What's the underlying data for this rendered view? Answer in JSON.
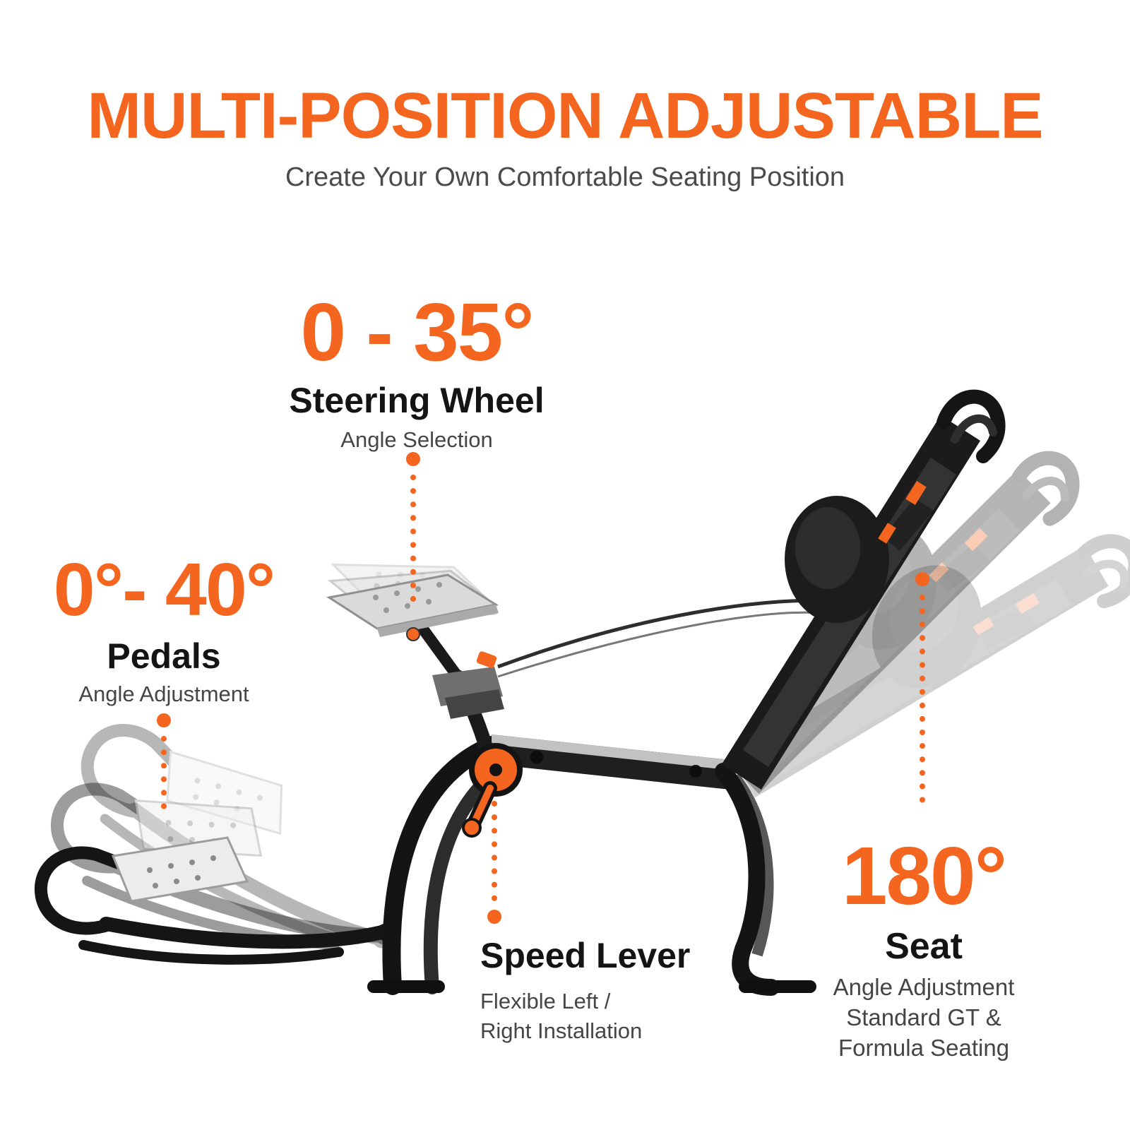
{
  "header": {
    "title": "MULTI-POSITION ADJUSTABLE",
    "subtitle": "Create Your Own Comfortable Seating Position"
  },
  "annotations": {
    "steering": {
      "value": "0 - 35°",
      "label": "Steering Wheel",
      "sub": "Angle Selection"
    },
    "pedals": {
      "value": "0°- 40°",
      "label": "Pedals",
      "sub": "Angle Adjustment"
    },
    "speed_lever": {
      "label": "Speed Lever",
      "subs": [
        "Flexible Left /",
        "Right Installation"
      ]
    },
    "seat": {
      "value": "180°",
      "label": "Seat",
      "subs": [
        "Angle Adjustment",
        "Standard GT &",
        "Formula Seating"
      ]
    }
  },
  "colors": {
    "accent": "#F4661F",
    "text-dark": "#141414",
    "text-gray": "#454545"
  }
}
